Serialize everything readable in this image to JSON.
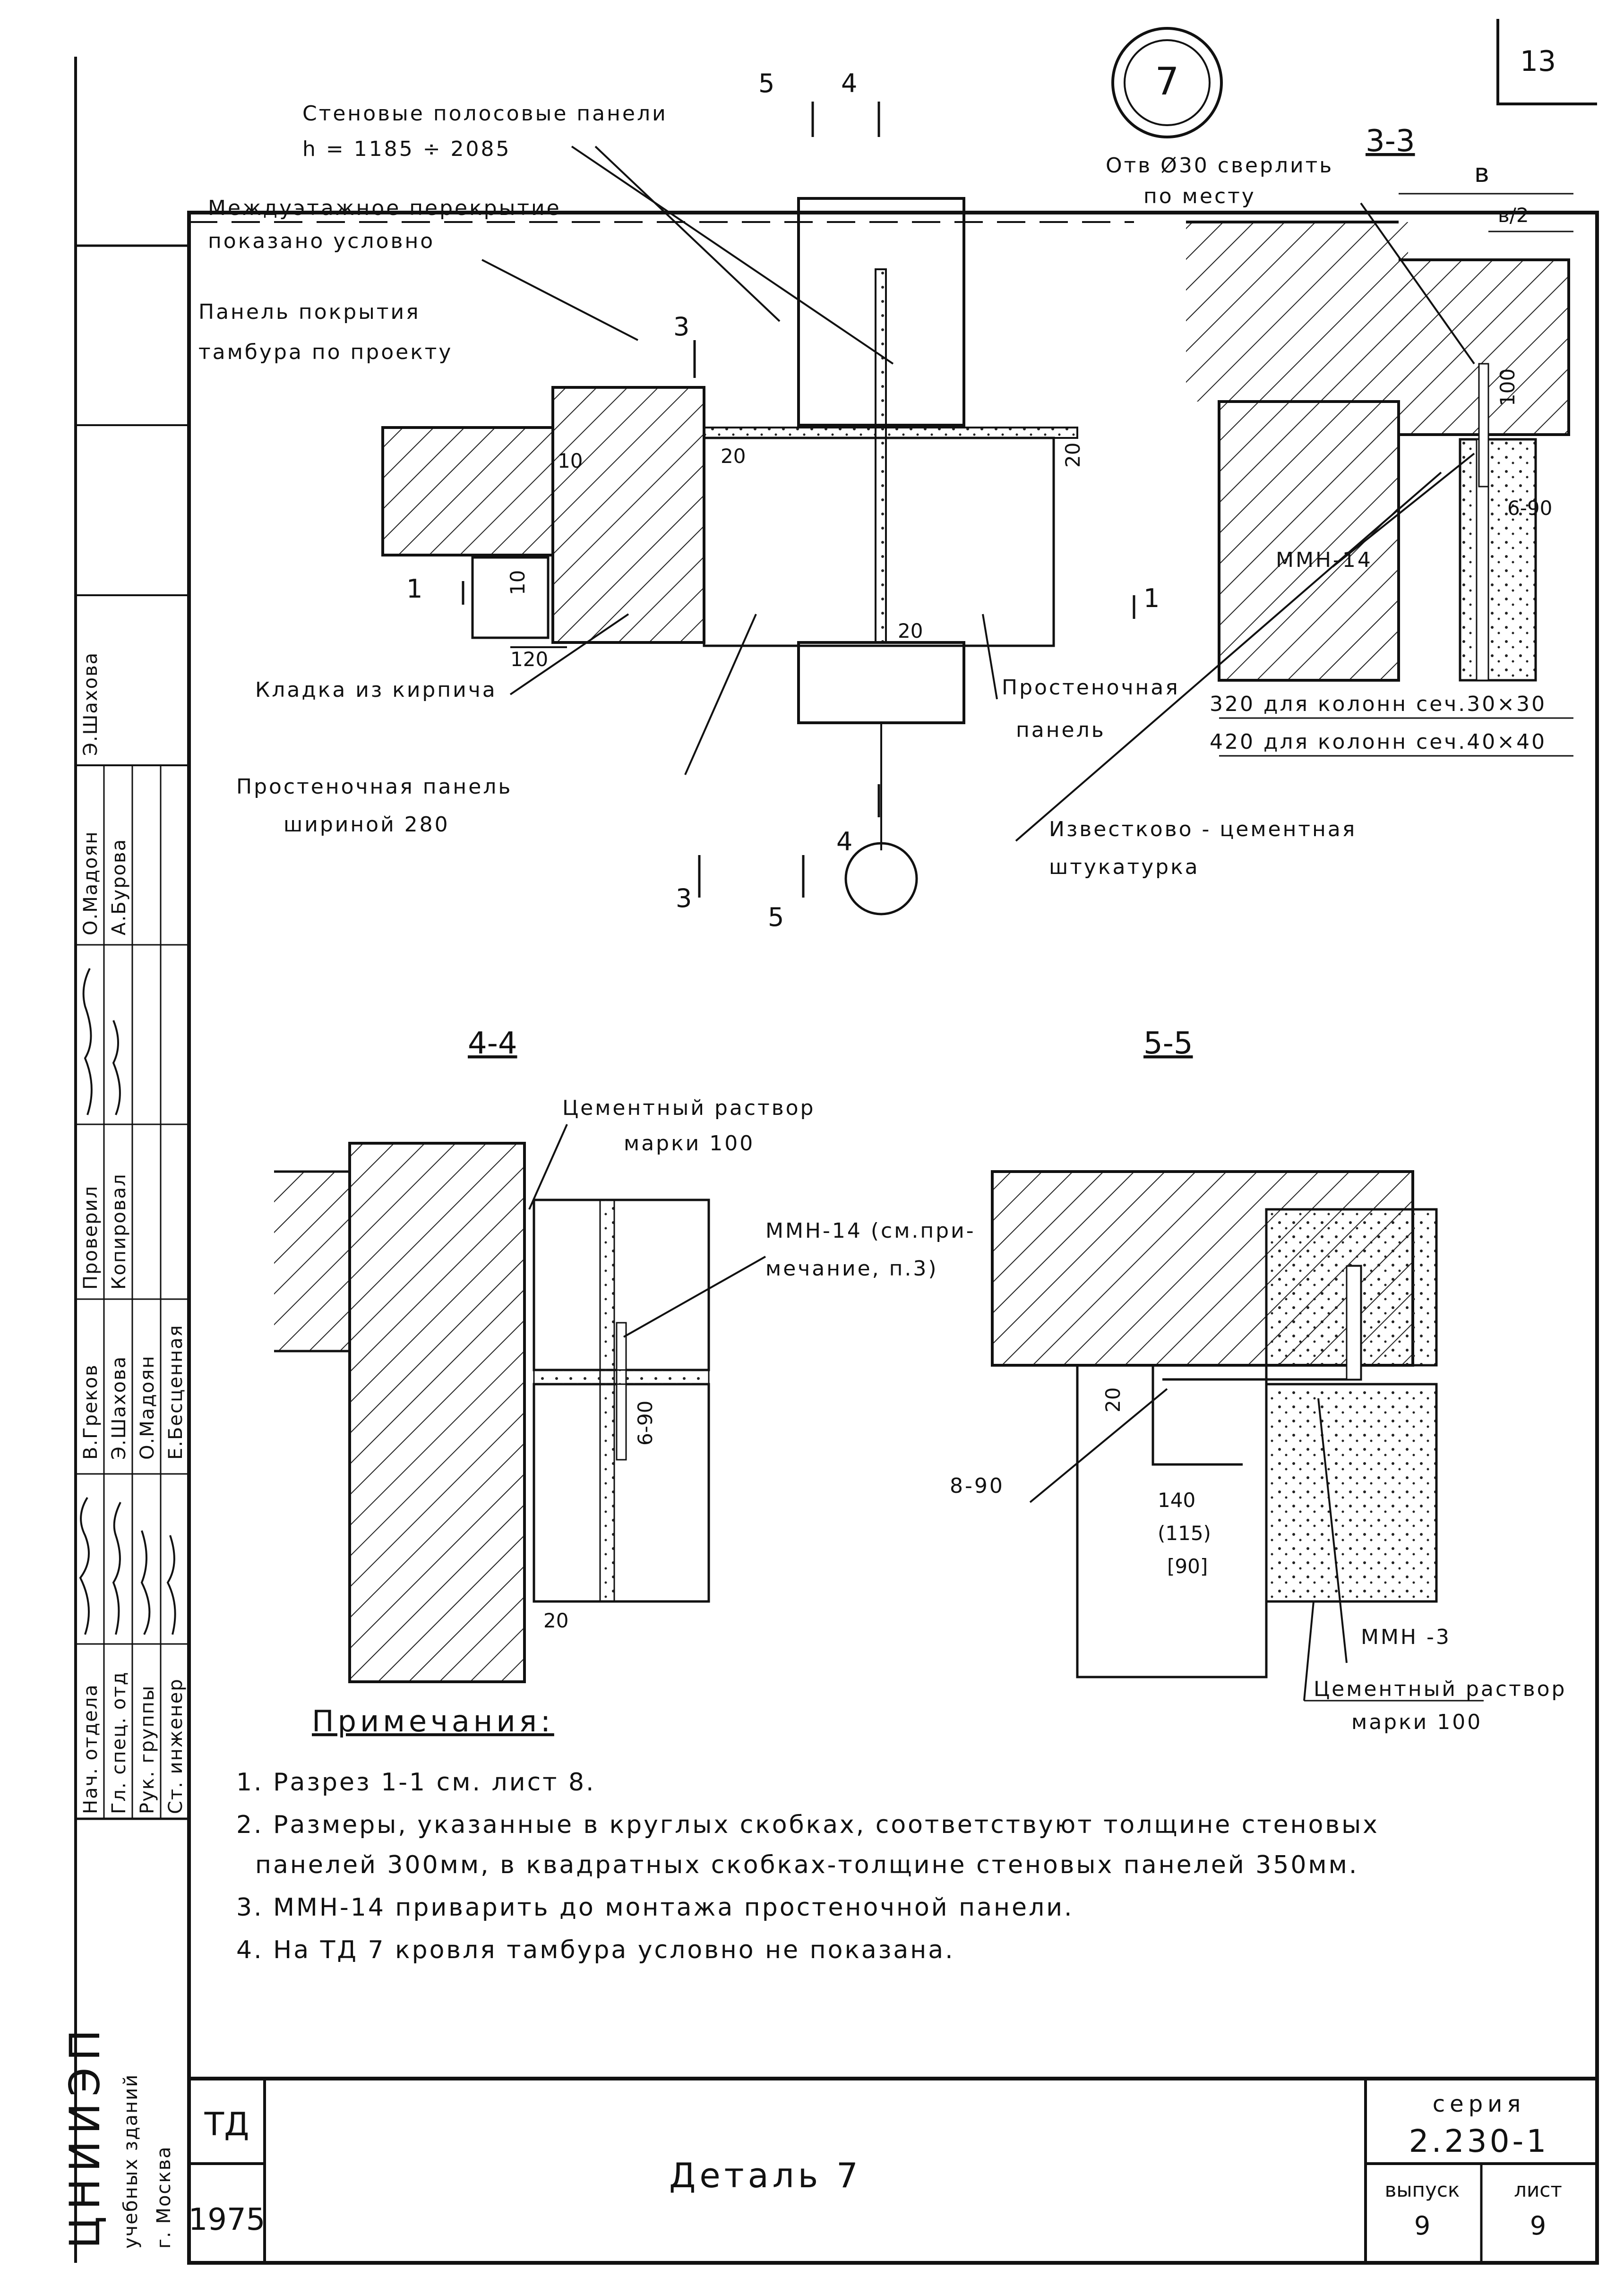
{
  "sheet_number": "13",
  "detail_marker": "7",
  "plan": {
    "label_wall_panels_1": "Стеновые полосовые панели",
    "label_wall_panels_2": "h = 1185 ÷ 2085",
    "label_floor_1": "Междуэтажное перекрытие",
    "label_floor_2": "показано условно",
    "label_roof_panel_1": "Панель покрытия",
    "label_roof_panel_2": "тамбура по проекту",
    "label_brickwork": "Кладка из кирпича",
    "label_pier_panel": "Простеночная",
    "label_pier_panel_2": "панель",
    "label_pier_panel_280_1": "Простеночная панель",
    "label_pier_panel_280_2": "шириной 280",
    "dim_10a": "10",
    "dim_10b": "10",
    "dim_20a": "20",
    "dim_20b": "20",
    "dim_20c": "20",
    "dim_120": "120",
    "cut_1a": "1",
    "cut_1b": "1",
    "cut_3a": "3",
    "cut_3b": "3",
    "cut_4a": "4",
    "cut_4b": "4",
    "cut_5a": "5",
    "cut_5b": "5"
  },
  "section_3_3": {
    "title": "3-3",
    "label_drill_1": "Отв Ø30 сверлить",
    "label_drill_2": "по месту",
    "dim_b": "в",
    "dim_b2": "в/2",
    "dim_100": "100",
    "dim_6_90": "6-90",
    "label_mmn14": "ММН-14",
    "note_320": "320 для колонн сеч.30×30",
    "note_420": "420 для колонн сеч.40×40",
    "label_plaster_1": "Известково - цементная",
    "label_plaster_2": "штукатурка"
  },
  "section_4_4": {
    "title": "4-4",
    "label_mortar_1": "Цементный раствор",
    "label_mortar_2": "марки 100",
    "label_mmn14_1": "ММН-14 (см.при-",
    "label_mmn14_2": "мечание, п.3)",
    "dim_6_90": "6-90",
    "dim_20": "20"
  },
  "section_5_5": {
    "title": "5-5",
    "label_8_90": "8-90",
    "dim_20": "20",
    "dim_140": "140",
    "dim_115": "(115)",
    "dim_90": "[90]",
    "label_mmn3": "ММН -3",
    "label_mortar_1": "Цементный раствор",
    "label_mortar_2": "марки 100"
  },
  "notes": {
    "heading": "Примечания:",
    "items": [
      "1. Разрез 1-1 см. лист 8.",
      "2. Размеры, указанные в круглых скобках, соответствуют толщине стеновых",
      "панелей 300мм, в квадратных скобках-толщине стеновых панелей 350мм.",
      "3. ММН-14 приварить до монтажа простеночной панели.",
      "4. На ТД 7 кровля тамбура условно не показана."
    ]
  },
  "title_block": {
    "code": "ТД",
    "year": "1975",
    "title": "Деталь 7",
    "series_label": "серия",
    "series_value": "2.230-1",
    "issue_label": "выпуск",
    "issue_value": "9",
    "sheet_label": "лист",
    "sheet_value": "9"
  },
  "side_stamp": {
    "org_1": "ЦНИИЭП",
    "org_2": "учебных зданий",
    "org_3": "г. Москва",
    "roles": [
      "Нач. отдела",
      "Гл. спец. отд",
      "Рук. группы",
      "Ст. инженер"
    ],
    "names": [
      "В.Греков",
      "Э.Шахова",
      "О.Мадоян",
      "Е.Бесценная"
    ],
    "check_roles": [
      "Проверил",
      "Копировал"
    ],
    "check_names": [
      "О.Мадоян",
      "А.Бурова"
    ],
    "top_stamp": "Э.Шахова"
  },
  "colors": {
    "ink": "#111111",
    "paper": "#ffffff"
  }
}
